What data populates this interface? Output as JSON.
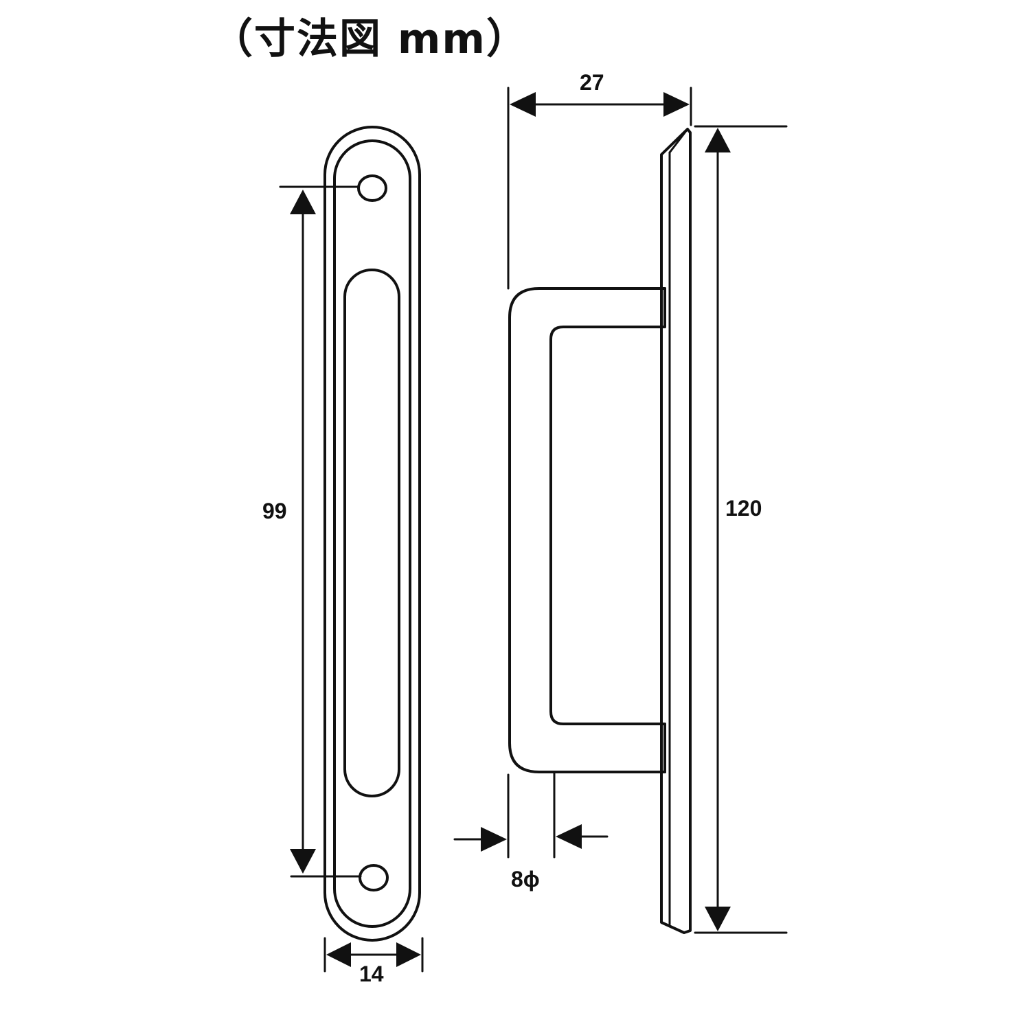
{
  "title": "（寸法図 mm）",
  "dimensions": {
    "top_width": "27",
    "overall_height": "120",
    "hole_pitch": "99",
    "plate_width": "14",
    "grip_diameter": "8ϕ"
  },
  "colors": {
    "line": "#111111",
    "background": "#ffffff"
  }
}
